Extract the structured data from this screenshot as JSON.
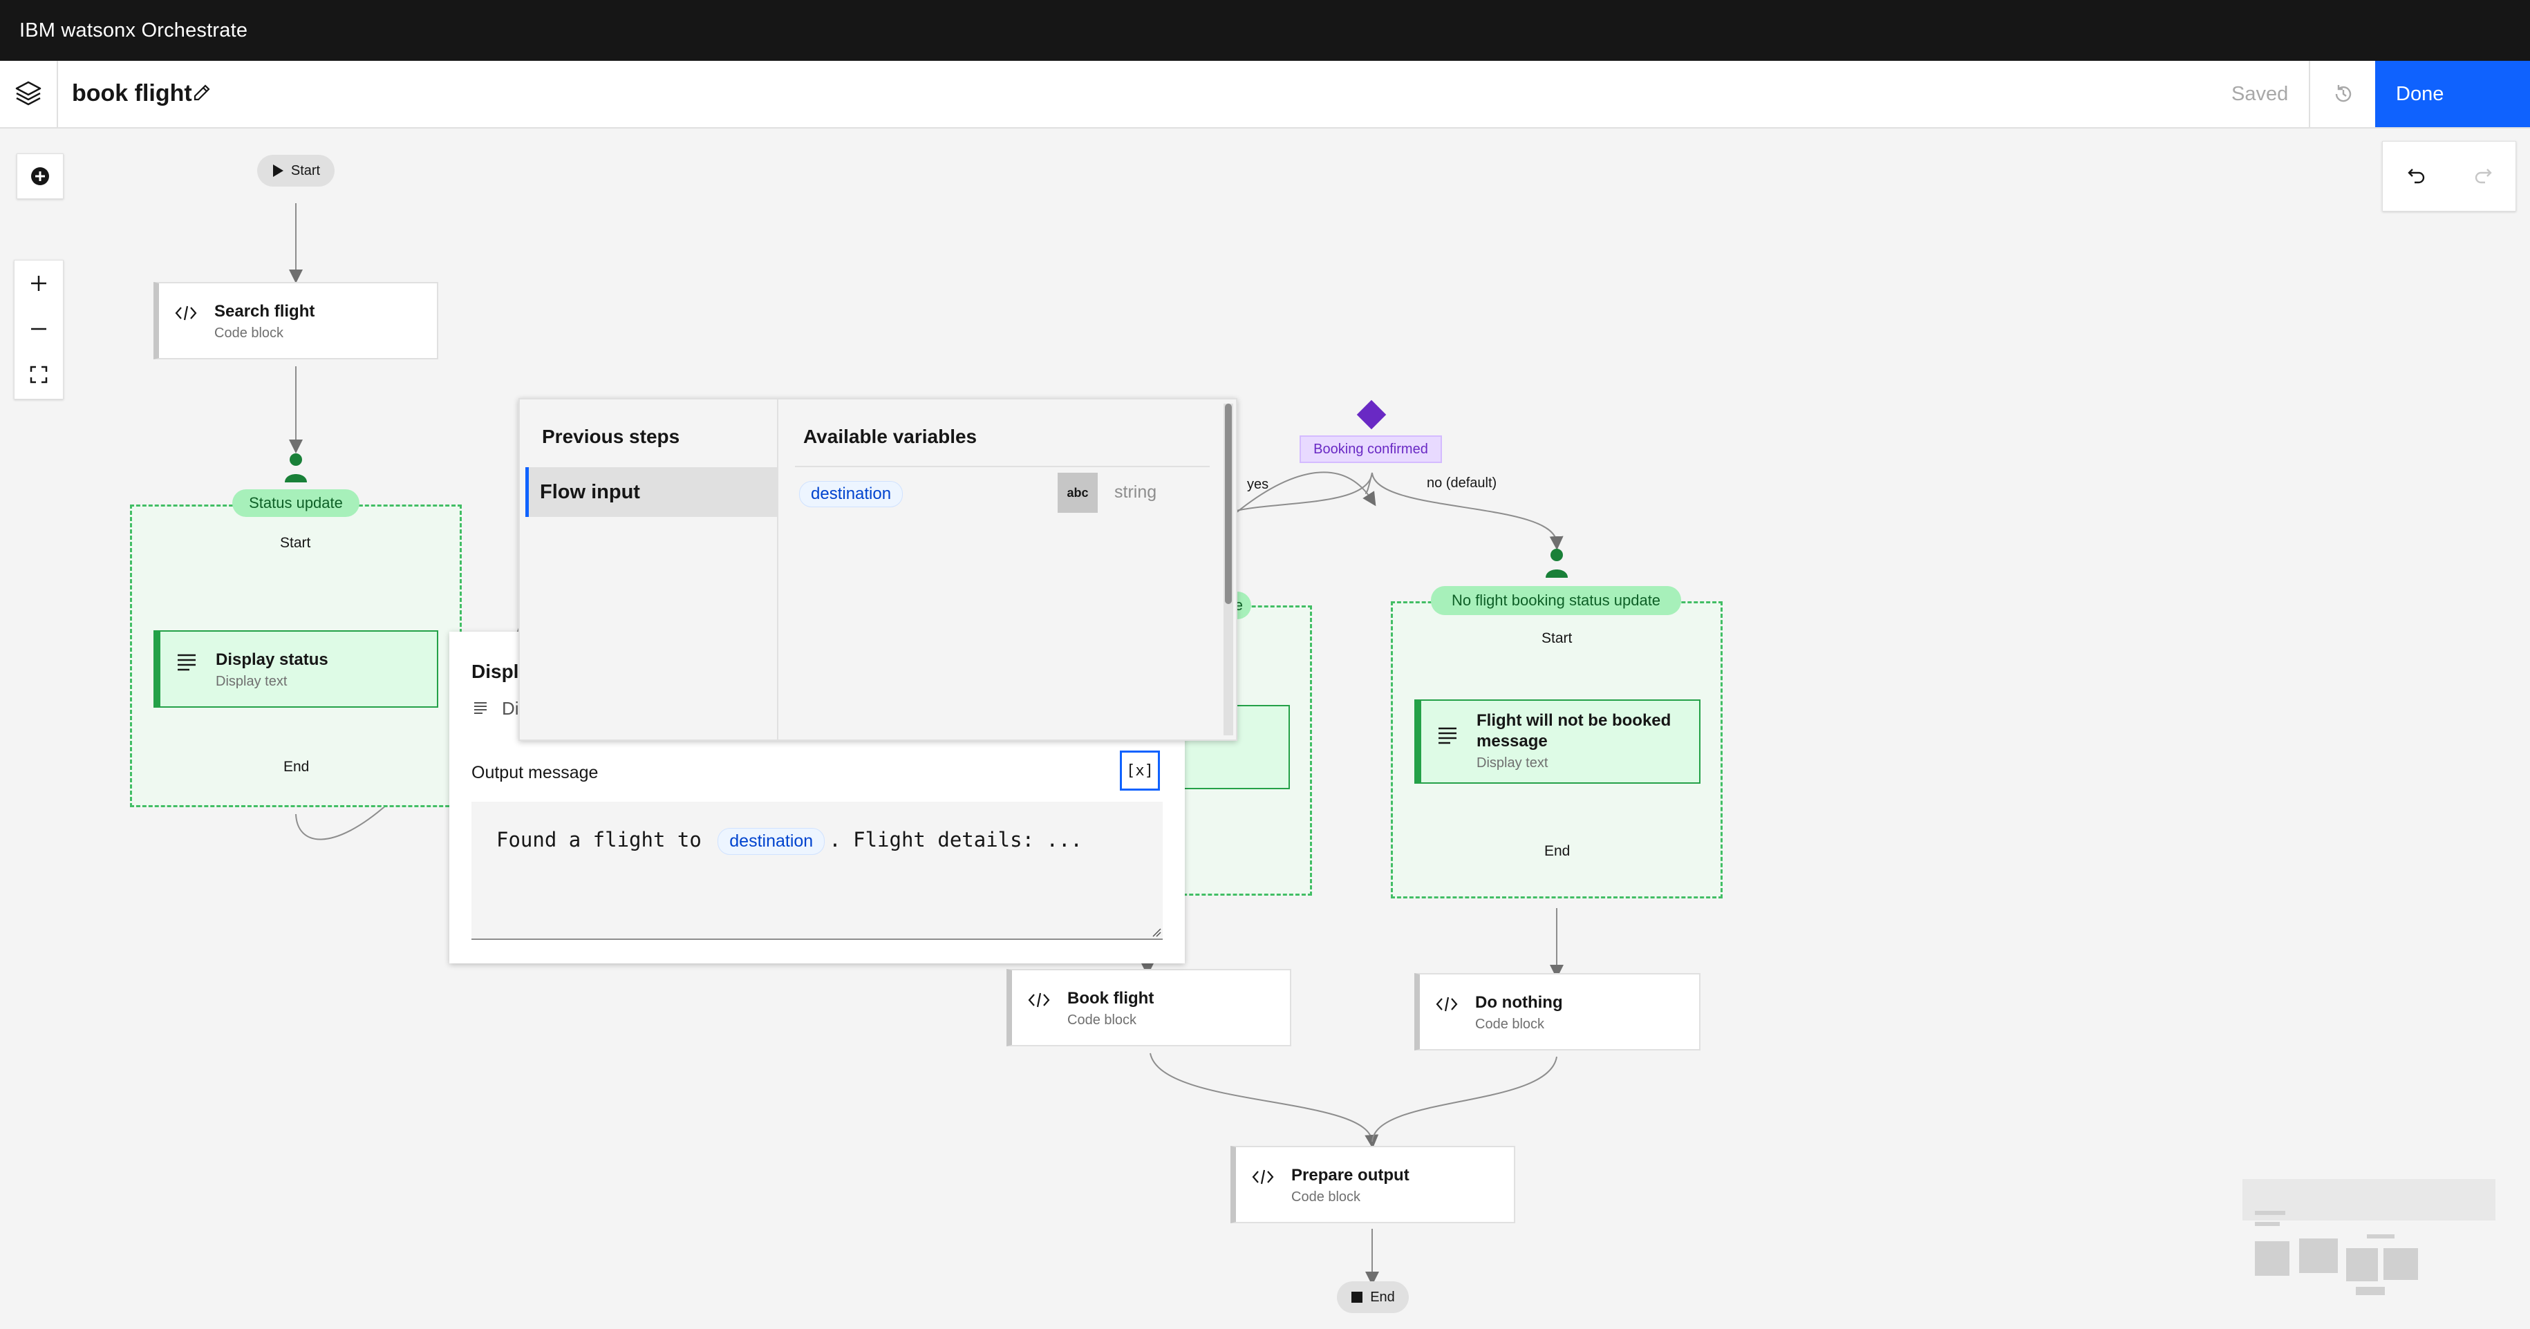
{
  "app": {
    "title": "IBM watsonx Orchestrate"
  },
  "header": {
    "flow_name": "book flight",
    "saved_label": "Saved",
    "done_label": "Done"
  },
  "canvas": {
    "start_label": "Start",
    "end_label": "End",
    "nodes": {
      "search_flight": {
        "title": "Search flight",
        "subtitle": "Code block"
      },
      "display_status": {
        "title": "Display status",
        "subtitle": "Display text"
      },
      "flight_not_booked": {
        "title": "Flight will not be booked message",
        "subtitle": "Display text"
      },
      "book_flight": {
        "title": "Book flight",
        "subtitle": "Code block"
      },
      "do_nothing": {
        "title": "Do nothing",
        "subtitle": "Code block"
      },
      "prepare_output": {
        "title": "Prepare output",
        "subtitle": "Code block"
      }
    },
    "groups": {
      "status_update": {
        "label": "Status update",
        "start": "Start",
        "end": "End"
      },
      "partial_label": "te",
      "no_booking": {
        "label": "No flight booking status update",
        "start": "Start",
        "end": "End"
      }
    },
    "branch": {
      "label": "Booking confirmed",
      "yes": "yes",
      "no": "no (default)"
    }
  },
  "variables_popup": {
    "previous_steps_title": "Previous steps",
    "available_variables_title": "Available variables",
    "steps": [
      {
        "label": "Flow input",
        "selected": true
      }
    ],
    "variables": [
      {
        "name": "destination",
        "type_badge": "abc",
        "type": "string"
      }
    ]
  },
  "display_panel": {
    "title_partial": "Displ",
    "subtitle_partial": "Di",
    "output_label": "Output message",
    "var_button": "[x]",
    "message_before": "Found a flight to",
    "message_var": "destination",
    "message_after": ". Flight details: ..."
  },
  "colors": {
    "primary": "#0f62fe",
    "success": "#24a148",
    "branch": "#6929c4",
    "topbar": "#161616"
  }
}
